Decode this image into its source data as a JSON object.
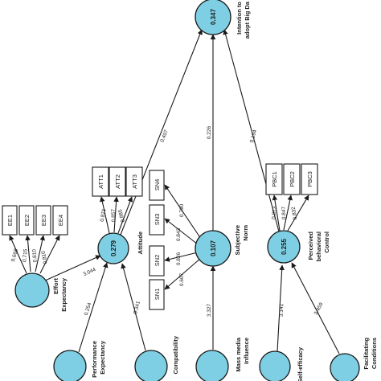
{
  "constructs": {
    "intention": {
      "value": "0.347",
      "name_lines": [
        "Intention to",
        "adopt Big Da"
      ]
    },
    "attitude": {
      "value": "0.279",
      "name_lines": [
        "Attitude"
      ]
    },
    "subjective_norm": {
      "value": "0.107",
      "name_lines": [
        "Subjective",
        "Norm"
      ]
    },
    "pbc": {
      "value": "0.255",
      "name_lines": [
        "Perceived",
        "behavioral",
        "Control"
      ]
    },
    "effort": {
      "name_lines": [
        "Effort",
        "Expectancy"
      ]
    },
    "performance": {
      "name_lines": [
        "Performance",
        "Expectancy"
      ]
    },
    "compatibility": {
      "name_lines": [
        "Compatibility"
      ]
    },
    "mass_media": {
      "name_lines": [
        "Mass media",
        "Influence"
      ]
    },
    "self_efficacy": {
      "name_lines": [
        "Self-efficacy"
      ]
    },
    "facilitating": {
      "name_lines": [
        "Facilitating",
        "Conditions"
      ]
    }
  },
  "indicators": {
    "ee": [
      {
        "label": "EE1",
        "loading": "0.668"
      },
      {
        "label": "EE2",
        "loading": "0.715"
      },
      {
        "label": "EE3",
        "loading": "0.810"
      },
      {
        "label": "EE4",
        "loading": "0.810"
      }
    ],
    "att": [
      {
        "label": "ATT1",
        "loading": "0.871"
      },
      {
        "label": "ATT2",
        "loading": "0.857"
      },
      {
        "label": "ATT3",
        "loading": "0.885"
      }
    ],
    "sn": [
      {
        "label": "SN4",
        "loading": "0.790"
      },
      {
        "label": "SN3",
        "loading": "0.843"
      },
      {
        "label": "SN2",
        "loading": "0.826"
      },
      {
        "label": "SN1",
        "loading": "0.607"
      }
    ],
    "pbc": [
      {
        "label": "PBC1",
        "loading": "0.873"
      },
      {
        "label": "PBC2",
        "loading": "0.847"
      },
      {
        "label": "PBC3",
        "loading": "0.832"
      }
    ]
  },
  "paths": {
    "attitude_to_intention": "0.407",
    "sn_to_intention": "0.226",
    "pbc_to_intention": "0.194",
    "effort_to_attitude": "3.044",
    "performance_to_attitude": "0.254",
    "compatibility_to_attitude": "0.341",
    "mass_media_to_sn": "3.327",
    "self_efficacy_to_pbc": "3.141",
    "facilitating_to_pbc": "3.459"
  }
}
